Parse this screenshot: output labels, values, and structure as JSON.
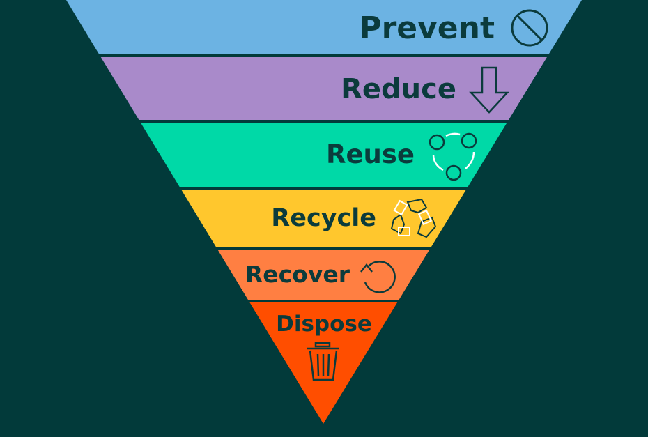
{
  "title": "Waste hierarchy",
  "background_color": "#023a3a",
  "text_color": "#0b3b3c",
  "levels": [
    {
      "label": "Prevent",
      "color": "#6cb3e3",
      "icon": "prohibited-icon"
    },
    {
      "label": "Reduce",
      "color": "#a98aca",
      "icon": "down-arrow-icon"
    },
    {
      "label": "Reuse",
      "color": "#00d9a7",
      "icon": "reuse-cycle-icon"
    },
    {
      "label": "Recycle",
      "color": "#ffc72d",
      "icon": "recycle-icon"
    },
    {
      "label": "Recover",
      "color": "#ff7f42",
      "icon": "recover-loop-icon"
    },
    {
      "label": "Dispose",
      "color": "#ff4e00",
      "icon": "trash-bin-icon"
    }
  ]
}
